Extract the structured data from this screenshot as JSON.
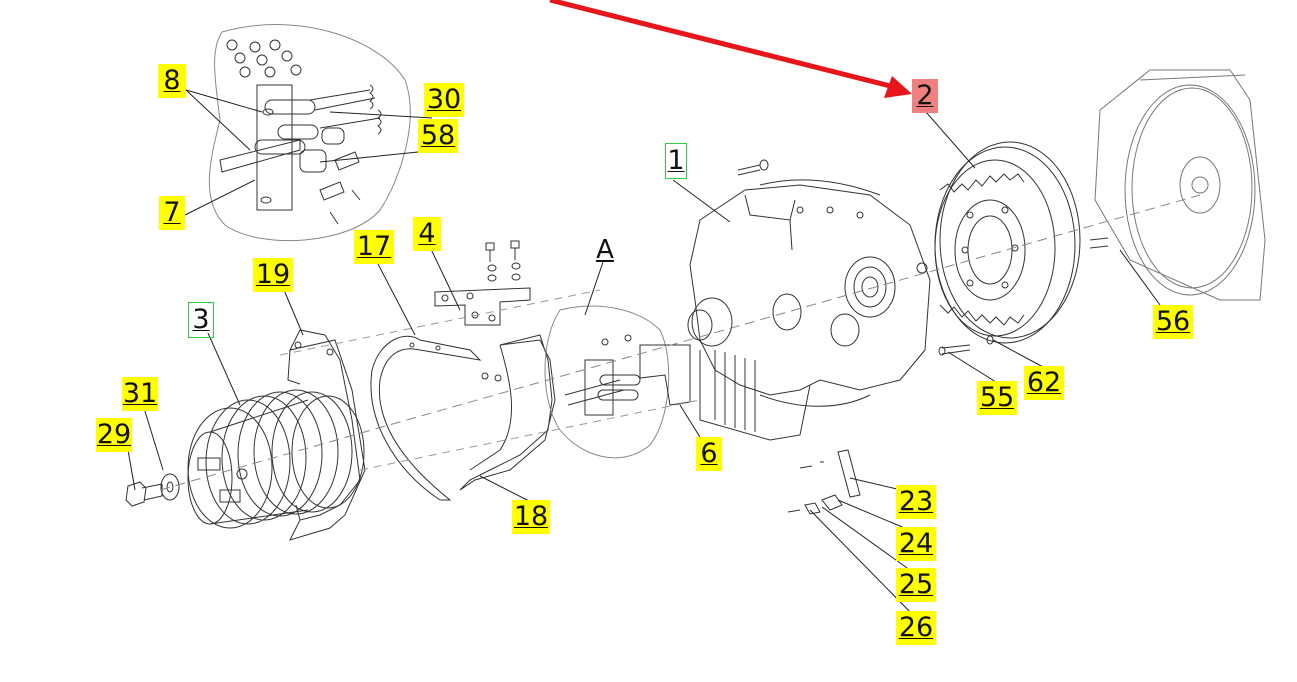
{
  "diagram": {
    "section_label": "A",
    "callouts": {
      "c1": "1",
      "c2": "2",
      "c3": "3",
      "c4": "4",
      "c6": "6",
      "c7": "7",
      "c8": "8",
      "c17": "17",
      "c18": "18",
      "c19": "19",
      "c23": "23",
      "c24": "24",
      "c25": "25",
      "c26": "26",
      "c29": "29",
      "c30": "30",
      "c31": "31",
      "c55": "55",
      "c56": "56",
      "c58": "58",
      "c62": "62"
    },
    "colors": {
      "highlight": "#ffff00",
      "selected": "#f08080",
      "arrow": "#e8161b",
      "green_box": "#2ecc40",
      "line": "#333333"
    }
  }
}
